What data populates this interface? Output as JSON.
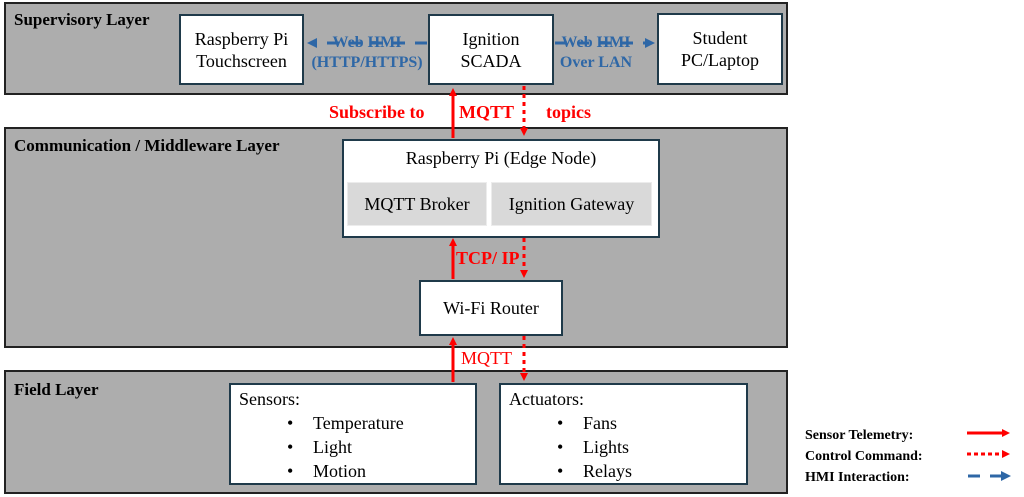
{
  "colors": {
    "layer_fill": "#adadad",
    "box_border": "#1f3a4a",
    "sub_box_fill": "#d9d9d9",
    "telemetry_red": "#ff0000",
    "hmi_blue": "#2e67a6"
  },
  "layers": {
    "supervisory": {
      "title": "Supervisory Layer",
      "nodes": {
        "rpi_touchscreen": {
          "line1": "Raspberry Pi",
          "line2": "Touchscreen"
        },
        "ignition_scada": {
          "line1": "Ignition",
          "line2": "SCADA"
        },
        "student_pc": {
          "line1": "Student",
          "line2": "PC/Laptop"
        }
      },
      "links": {
        "web_hmi_local": {
          "line1": "Web HMI",
          "line2": "(HTTP/HTTPS)"
        },
        "web_hmi_lan": {
          "line1": "Web HMI",
          "line2": "Over LAN"
        }
      }
    },
    "communication": {
      "title": "Communication / Middleware Layer",
      "edge_node": {
        "title": "Raspberry Pi (Edge Node)",
        "components": [
          "MQTT Broker",
          "Ignition Gateway"
        ]
      },
      "router": "Wi-Fi Router"
    },
    "field": {
      "title": "Field Layer",
      "sensors": {
        "heading": "Sensors:",
        "items": [
          "Temperature",
          "Light",
          "Motion"
        ]
      },
      "actuators": {
        "heading": "Actuators:",
        "items": [
          "Fans",
          "Lights",
          "Relays"
        ]
      }
    }
  },
  "link_labels": {
    "subscribe": {
      "part1": "Subscribe to",
      "part2": "MQTT",
      "part3": "topics"
    },
    "tcp_ip": "TCP/ IP",
    "mqtt_field": "MQTT"
  },
  "legend": [
    {
      "label": "Sensor Telemetry:",
      "style": "solid",
      "color": "#ff0000"
    },
    {
      "label": "Control Command:",
      "style": "dotted",
      "color": "#ff0000"
    },
    {
      "label": "HMI Interaction:",
      "style": "dashed",
      "color": "#2e67a6"
    }
  ]
}
